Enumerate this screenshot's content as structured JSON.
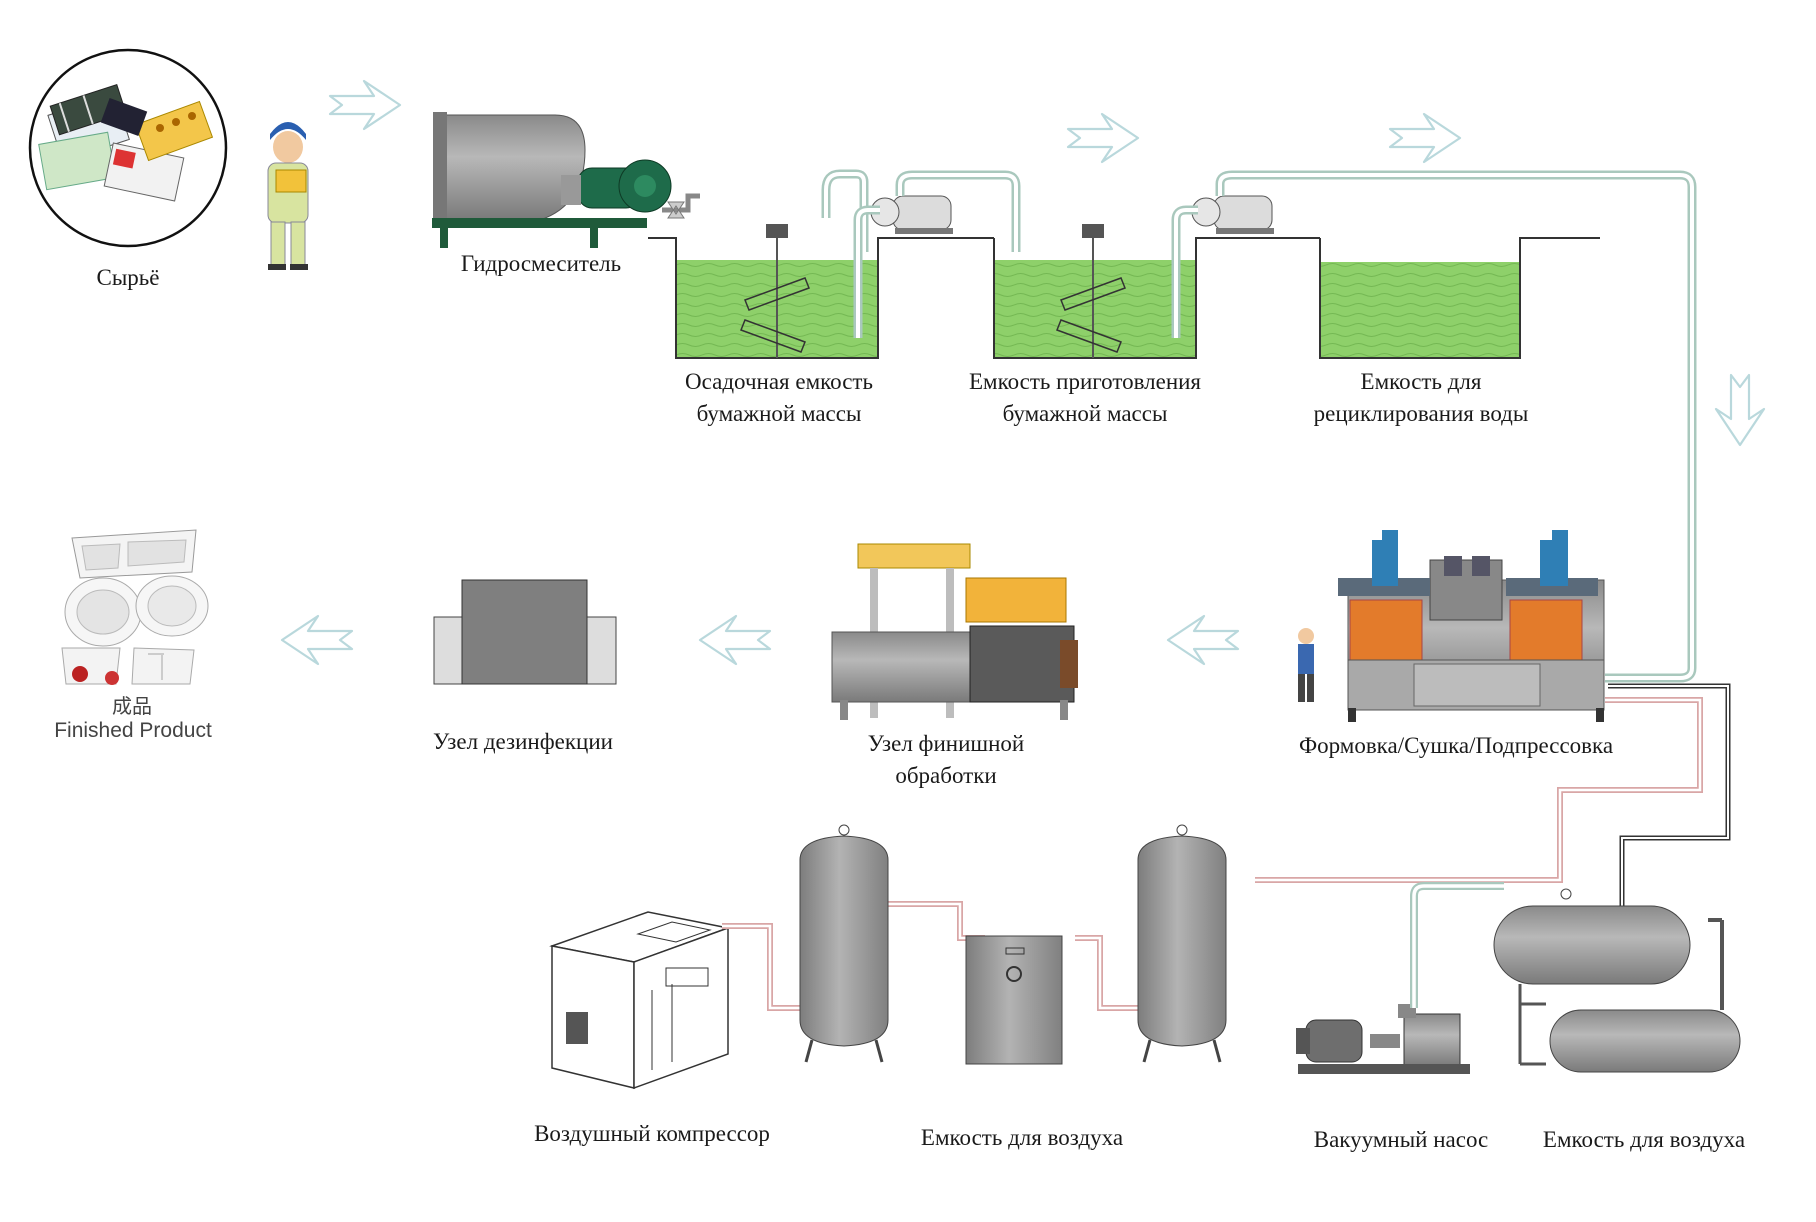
{
  "labels": {
    "raw": "Сырьё",
    "mixer": "Гидросмеситель",
    "settling_tank": [
      "Осадочная емкость",
      "бумажной массы"
    ],
    "prep_tank": [
      "Емкость приготовления",
      "бумажной массы"
    ],
    "recycle_tank": [
      "Емкость для",
      "рециклирования воды"
    ],
    "forming": "Формовка/Сушка/Подпрессовка",
    "finishing": [
      "Узел финишной",
      "обработки"
    ],
    "disinfection": "Узел дезинфекции",
    "finished_cn": "成品",
    "finished_en": "Finished Product",
    "compressor": "Воздушный компрессор",
    "air_tank_1": "Емкость для воздуха",
    "vacuum_pump": "Вакуумный насос",
    "air_tank_2": "Емкость для воздуха"
  },
  "colors": {
    "pulp": "#8ed06a",
    "pipe_water": "#a9c8bd",
    "pipe_air": "#d9a6a6",
    "machine_gray": "#9a9a9a",
    "arrow": "#b9d8dc"
  },
  "icons": [
    "raw-material-bundle",
    "worker",
    "hydropulper",
    "agitator",
    "pump",
    "forming-machine",
    "finishing-machine",
    "disinfection-unit",
    "molded-trays",
    "air-compressor",
    "dryer",
    "vertical-air-tank",
    "vacuum-pump",
    "horizontal-tank",
    "flow-arrow"
  ]
}
